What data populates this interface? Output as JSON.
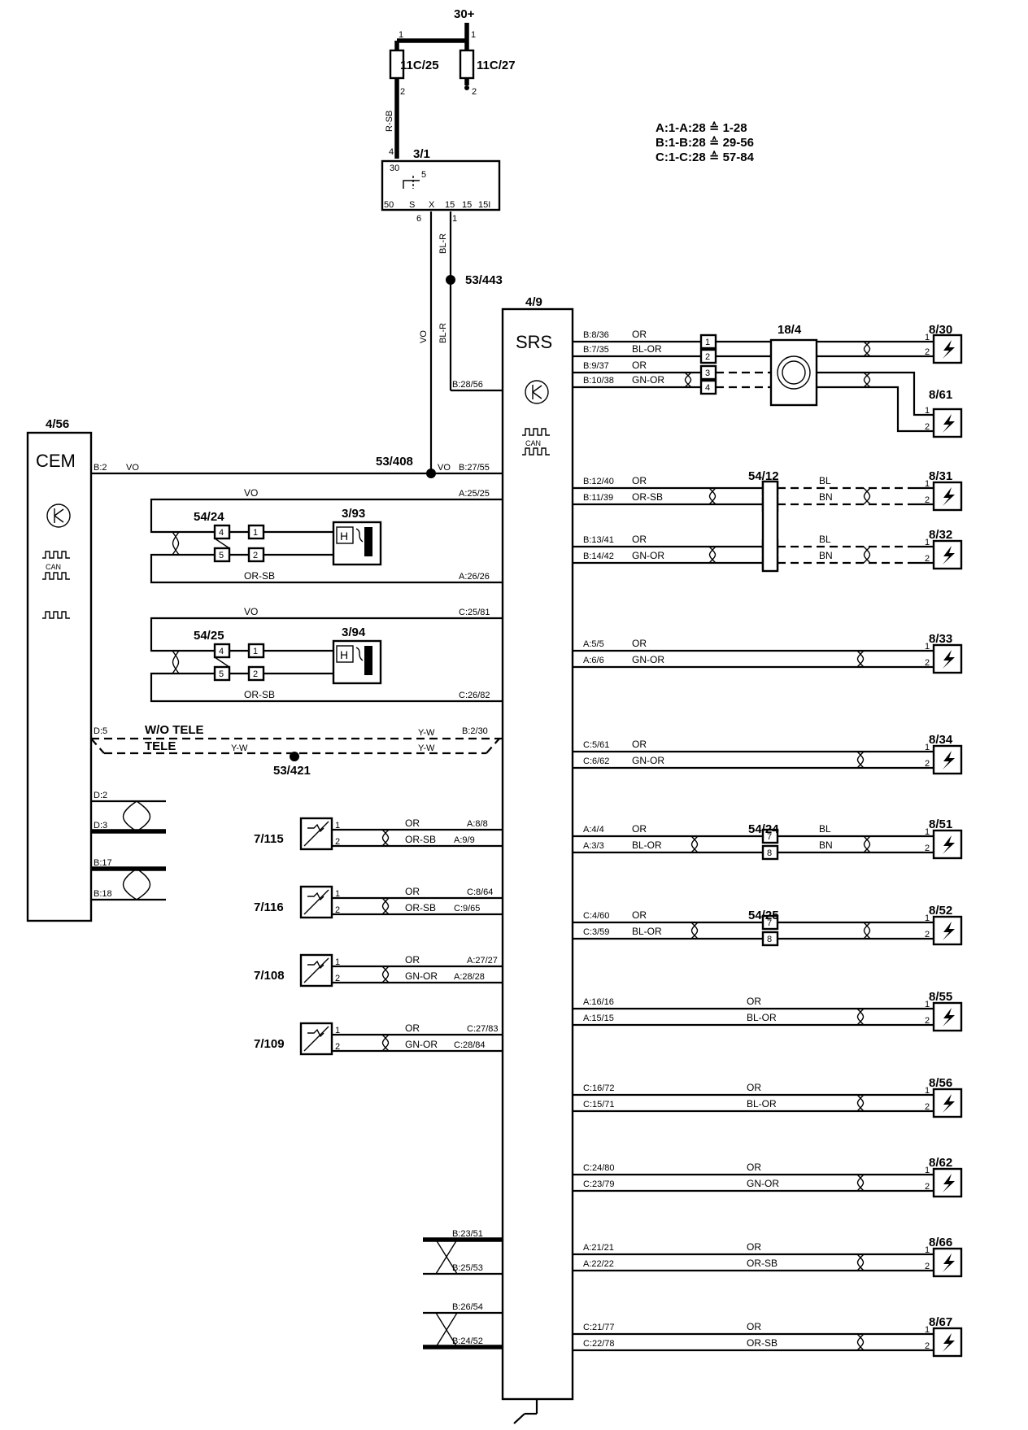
{
  "supply": {
    "label": "30+"
  },
  "fuses": [
    {
      "id": "11C/25"
    },
    {
      "id": "11C/27"
    }
  ],
  "ignition": {
    "id": "3/1",
    "pin_top": "30",
    "pins_bottom": [
      "50",
      "S",
      "X",
      "15",
      "15",
      "15I"
    ],
    "internal": "5"
  },
  "splices": [
    "53/443",
    "53/408",
    "53/421"
  ],
  "pin_map": [
    "A:1-A:28 ≙ 1-28",
    "B:1-B:28 ≙ 29-56",
    "C:1-C:28 ≙ 57-84"
  ],
  "srs": {
    "id": "4/9",
    "label": "SRS",
    "can": "CAN"
  },
  "cem": {
    "id": "4/56",
    "label": "CEM",
    "can": "CAN",
    "pins": [
      "B:2",
      "D:5",
      "D:2",
      "D:3",
      "B:17",
      "B:18"
    ]
  },
  "modules": {
    "m1": {
      "id": "18/4"
    },
    "c5412": {
      "id": "54/12"
    },
    "c5424": {
      "id": "54/24"
    },
    "c5425": {
      "id": "54/25"
    },
    "h393": {
      "id": "3/93",
      "sym": "H"
    },
    "h394": {
      "id": "3/94",
      "sym": "H"
    }
  },
  "tele": {
    "wo_tele": "W/O TELE",
    "tele": "TELE",
    "srs_pin": "B:2/30",
    "cem_pin": "D:5",
    "color": "Y-W"
  },
  "right_connections": [
    {
      "id": "8/30",
      "pins": [
        "B:8/36",
        "B:7/35"
      ],
      "colors": [
        "OR",
        "BL-OR"
      ]
    },
    {
      "id": "8/61",
      "pins": [
        "B:9/37",
        "B:10/38"
      ],
      "colors": [
        "OR",
        "GN-OR"
      ]
    },
    {
      "id": "8/31",
      "pins": [
        "B:12/40",
        "B:11/39"
      ],
      "colors": [
        "OR",
        "OR-SB"
      ],
      "colors_out": [
        "BL",
        "BN"
      ]
    },
    {
      "id": "8/32",
      "pins": [
        "B:13/41",
        "B:14/42"
      ],
      "colors": [
        "OR",
        "GN-OR"
      ],
      "colors_out": [
        "BL",
        "BN"
      ]
    },
    {
      "id": "8/33",
      "pins": [
        "A:5/5",
        "A:6/6"
      ],
      "colors": [
        "OR",
        "GN-OR"
      ]
    },
    {
      "id": "8/34",
      "pins": [
        "C:5/61",
        "C:6/62"
      ],
      "colors": [
        "OR",
        "GN-OR"
      ]
    },
    {
      "id": "8/51",
      "pins": [
        "A:4/4",
        "A:3/3"
      ],
      "colors": [
        "OR",
        "BL-OR"
      ],
      "colors_out": [
        "BL",
        "BN"
      ]
    },
    {
      "id": "8/52",
      "pins": [
        "C:4/60",
        "C:3/59"
      ],
      "colors": [
        "OR",
        "BL-OR"
      ]
    },
    {
      "id": "8/55",
      "pins": [
        "A:16/16",
        "A:15/15"
      ],
      "colors": [
        "OR",
        "BL-OR"
      ]
    },
    {
      "id": "8/56",
      "pins": [
        "C:16/72",
        "C:15/71"
      ],
      "colors": [
        "OR",
        "BL-OR"
      ]
    },
    {
      "id": "8/62",
      "pins": [
        "C:24/80",
        "C:23/79"
      ],
      "colors": [
        "OR",
        "GN-OR"
      ]
    },
    {
      "id": "8/66",
      "pins": [
        "A:21/21",
        "A:22/22"
      ],
      "colors": [
        "OR",
        "OR-SB"
      ]
    },
    {
      "id": "8/67",
      "pins": [
        "C:21/77",
        "C:22/78"
      ],
      "colors": [
        "OR",
        "OR-SB"
      ]
    }
  ],
  "sensors": [
    {
      "id": "7/115",
      "pins": [
        "A:8/8",
        "A:9/9"
      ],
      "colors": [
        "OR",
        "OR-SB"
      ]
    },
    {
      "id": "7/116",
      "pins": [
        "C:8/64",
        "C:9/65"
      ],
      "colors": [
        "OR",
        "OR-SB"
      ]
    },
    {
      "id": "7/108",
      "pins": [
        "A:27/27",
        "A:28/28"
      ],
      "colors": [
        "OR",
        "GN-OR"
      ]
    },
    {
      "id": "7/109",
      "pins": [
        "C:27/83",
        "C:28/84"
      ],
      "colors": [
        "OR",
        "GN-OR"
      ]
    }
  ],
  "left_loops": [
    {
      "pins": [
        "A:25/25",
        "A:26/26"
      ],
      "colors": [
        "VO",
        "OR-SB"
      ]
    },
    {
      "pins": [
        "C:25/81",
        "C:26/82"
      ],
      "colors": [
        "VO",
        "OR-SB"
      ]
    }
  ],
  "wire_colors": {
    "fuse_to_ign": "R-SB",
    "ign_x": "VO",
    "ign_15": "BL-R",
    "cem_srs": "VO"
  },
  "srs_pins": {
    "b28_56": "B:28/56",
    "b27_55": "B:27/55",
    "b23_51": "B:23/51",
    "b25_53": "B:25/53",
    "b26_54": "B:26/54",
    "b24_52": "B:24/52"
  }
}
